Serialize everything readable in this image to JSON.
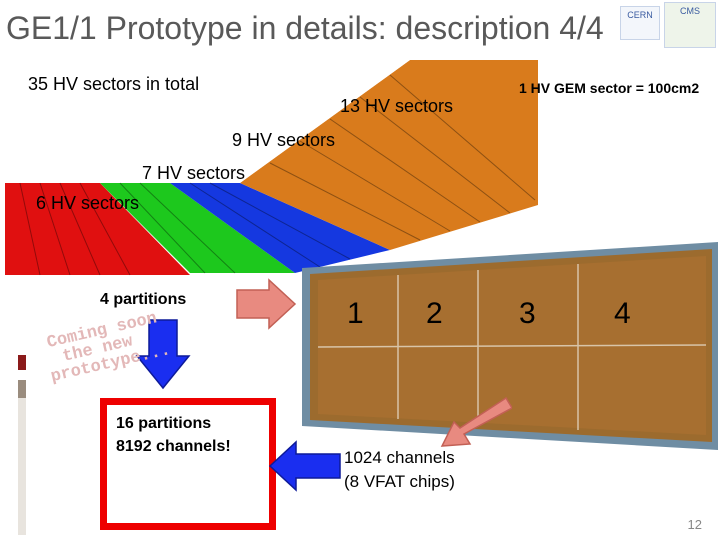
{
  "title": "GE1/1 Prototype in details: description 4/4",
  "logos": {
    "left": "CERN",
    "right": "CMS"
  },
  "top_panel": {
    "total_label": "35 HV sectors in total",
    "sector_13": "13 HV sectors",
    "sector_9": "9 HV sectors",
    "sector_7": "7 HV sectors",
    "sector_6": "6 HV sectors",
    "gem_sector": "1 HV GEM sector = 100cm2",
    "colors": {
      "red": "#e01010",
      "green": "#1dc81d",
      "blue": "#1538e0",
      "orange": "#d97b1c"
    }
  },
  "partitions_label": "4 partitions",
  "partition_numbers": [
    "1",
    "2",
    "3",
    "4"
  ],
  "coming_soon": [
    "Coming soon",
    "the new",
    "prototype..."
  ],
  "new_proto": {
    "line1": "16 partitions",
    "line2": "8192 channels!"
  },
  "channels_label": {
    "line1": "1024 channels",
    "line2": "(8 VFAT chips)"
  },
  "page_number": "12"
}
